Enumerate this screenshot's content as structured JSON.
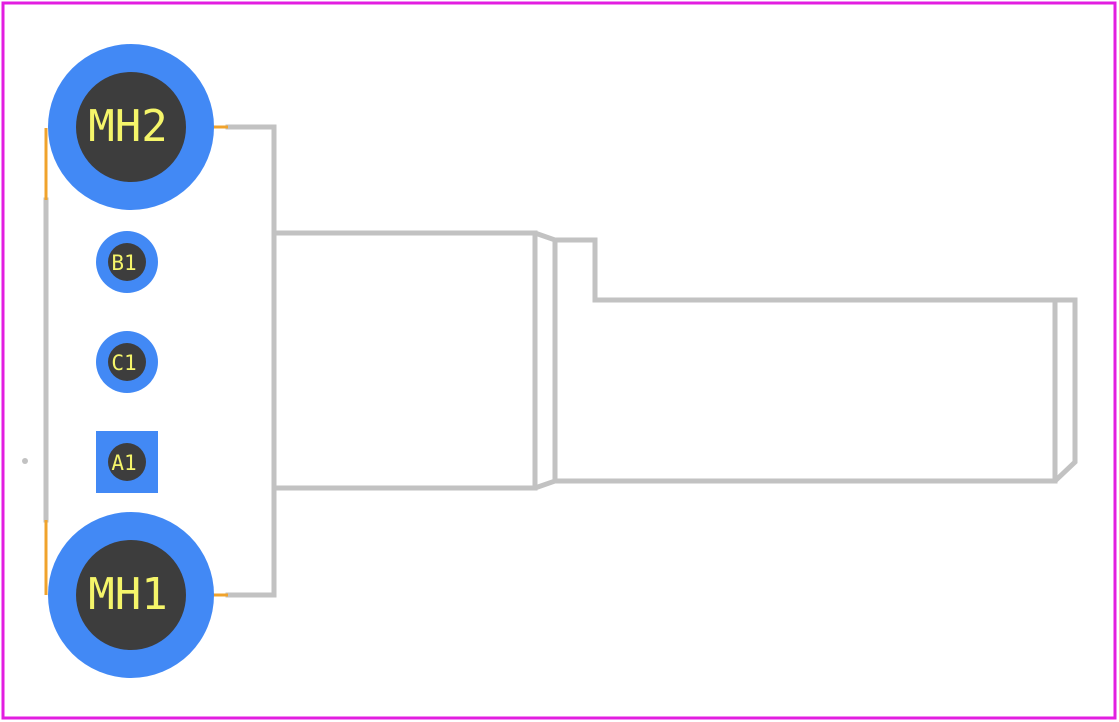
{
  "colors": {
    "background": "#ffffff",
    "courtyard": "#e21ee0",
    "silkscreen": "#c2c2c2",
    "pad_copper": "#4289f5",
    "drill_hole": "#3d3d3d",
    "pad_label": "#f5f56a",
    "fab_line": "#f0a32c"
  },
  "pads": {
    "mh2": {
      "label": "MH2",
      "shape": "round"
    },
    "b1": {
      "label": "B1",
      "shape": "round"
    },
    "c1": {
      "label": "C1",
      "shape": "round"
    },
    "a1": {
      "label": "A1",
      "shape": "square"
    },
    "mh1": {
      "label": "MH1",
      "shape": "round"
    }
  }
}
